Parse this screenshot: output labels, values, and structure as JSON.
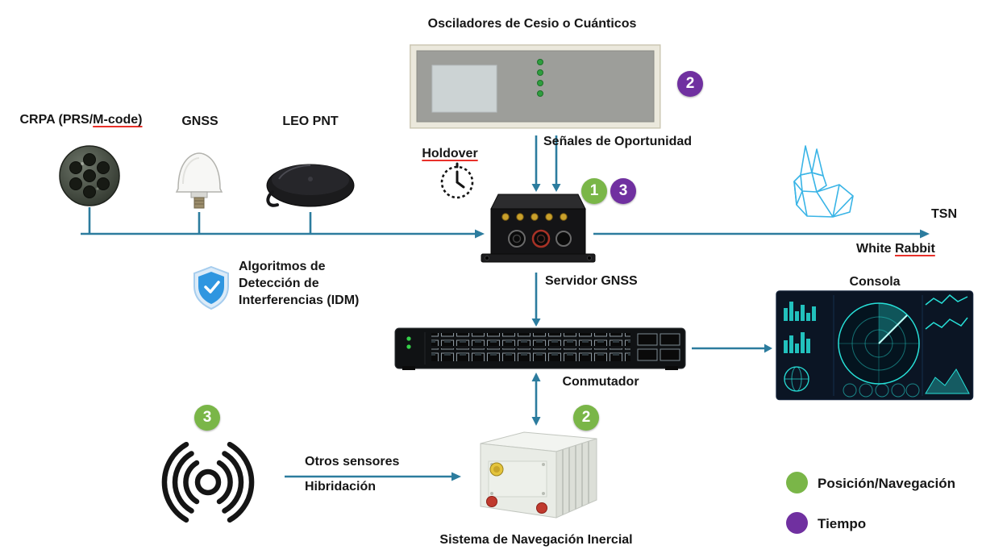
{
  "nodes": {
    "oscillator_title": "Osciladores de Cesio o Cuánticos",
    "crpa_label_prefix": "CRPA (PRS/",
    "crpa_label_underlined": "M-code)",
    "gnss_label": "GNSS",
    "leo_label": "LEO PNT",
    "holdover_label": "Holdover",
    "senales_label": "Señales de Oportunidad",
    "server_label": "Servidor GNSS",
    "tsn_label": "TSN",
    "white_rabbit_prefix": "White ",
    "white_rabbit_underlined": "Rabbit",
    "idm_line1": "Algoritmos de",
    "idm_line2": "Detección de",
    "idm_line3": "Interferencias (IDM)",
    "switch_label": "Conmutador",
    "console_label": "Consola",
    "sensors_line1": "Otros sensores",
    "sensors_line2": "Hibridación",
    "ins_label": "Sistema de Navegación Inercial"
  },
  "badges": {
    "oscillator_time": "2",
    "server_posnav": "1",
    "server_time": "3",
    "ins_posnav": "2",
    "sensors_posnav": "3"
  },
  "legend": {
    "posnav_label": "Posición/Navegación",
    "tiempo_label": "Tiempo"
  },
  "colors": {
    "connector": "#2c7c9e",
    "posnav_green": "#7ab648",
    "tiempo_purple": "#7030a0",
    "rabbit_blue": "#39b4e6",
    "shield_blue": "#2f96e0",
    "spellcheck_red": "#e8302a",
    "console_teal": "#27e0d8"
  }
}
